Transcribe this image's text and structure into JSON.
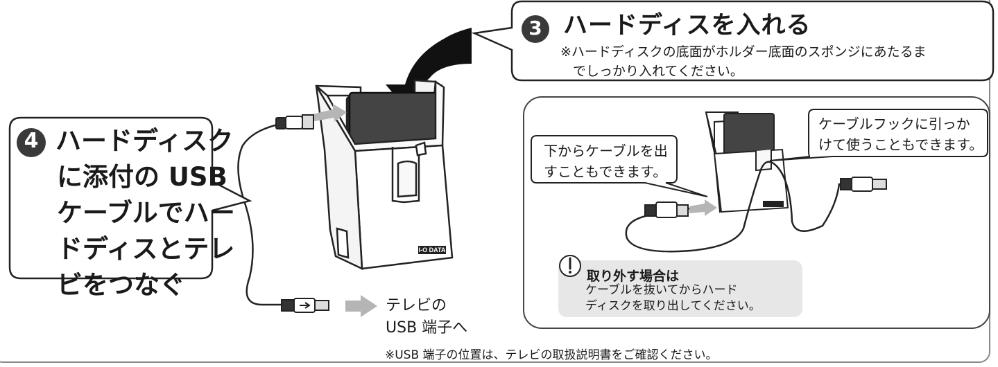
{
  "step3": {
    "number": "3",
    "title": "ハードディスを入れる",
    "note_line1": "※ハードディスクの底面がホルダー底面のスポンジにあたるま",
    "note_line2": "でしっかり入れてください。"
  },
  "step4": {
    "number": "4",
    "line1": "ハードディスク",
    "line2": "に添付の USB",
    "line3": "ケーブルでハー",
    "line4": "ドディスとテレ",
    "line5": "ビをつなぐ"
  },
  "tv_label": {
    "line1": "テレビの",
    "line2": "USB 端子へ"
  },
  "footnote": "※USB 端子の位置は、テレビの取扱説明書をご確認ください。",
  "callout_bottom": {
    "line1": "下からケーブルを出",
    "line2": "すこともできます。"
  },
  "callout_hook": {
    "line1": "ケーブルフックに引っか",
    "line2": "けて使うこともできます。"
  },
  "removal_note": {
    "icon": "exclamation-icon",
    "title": "取り外す場合は",
    "line1": "ケーブルを抜いてからハード",
    "line2": "ディスクを取り出してください。"
  },
  "logo_text": "I-O DATA",
  "colors": {
    "badge": "#3a3a3a",
    "arrow_gray": "#b5b5b5",
    "note_bg": "#e7e7e7",
    "frame": "#8a8a8a"
  }
}
